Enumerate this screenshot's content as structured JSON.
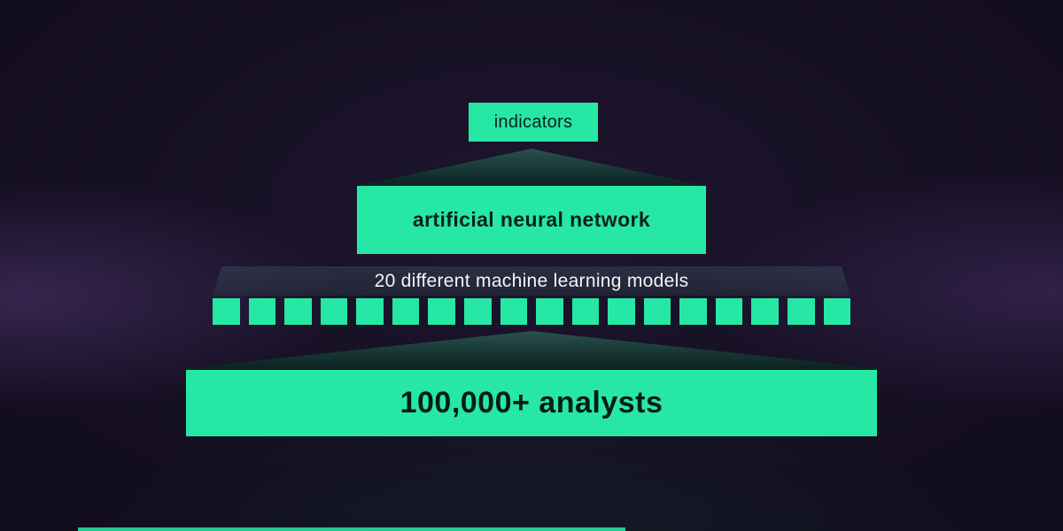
{
  "colors": {
    "accent_green": "#27e7a5",
    "background_base": "#120d1d",
    "funnel_dark_teal": "#0a2523",
    "models_bar_overlay": "rgba(50,68,78,0.45)",
    "text_on_green": "#09231b",
    "text_on_bar": "#f3f5f7"
  },
  "diagram": {
    "level_indicators": {
      "label": "indicators"
    },
    "level_ann": {
      "label": "artificial neural network"
    },
    "level_models": {
      "label": "20 different machine learning models",
      "squares_count": 18
    },
    "level_analysts": {
      "label": "100,000+ analysts"
    }
  }
}
